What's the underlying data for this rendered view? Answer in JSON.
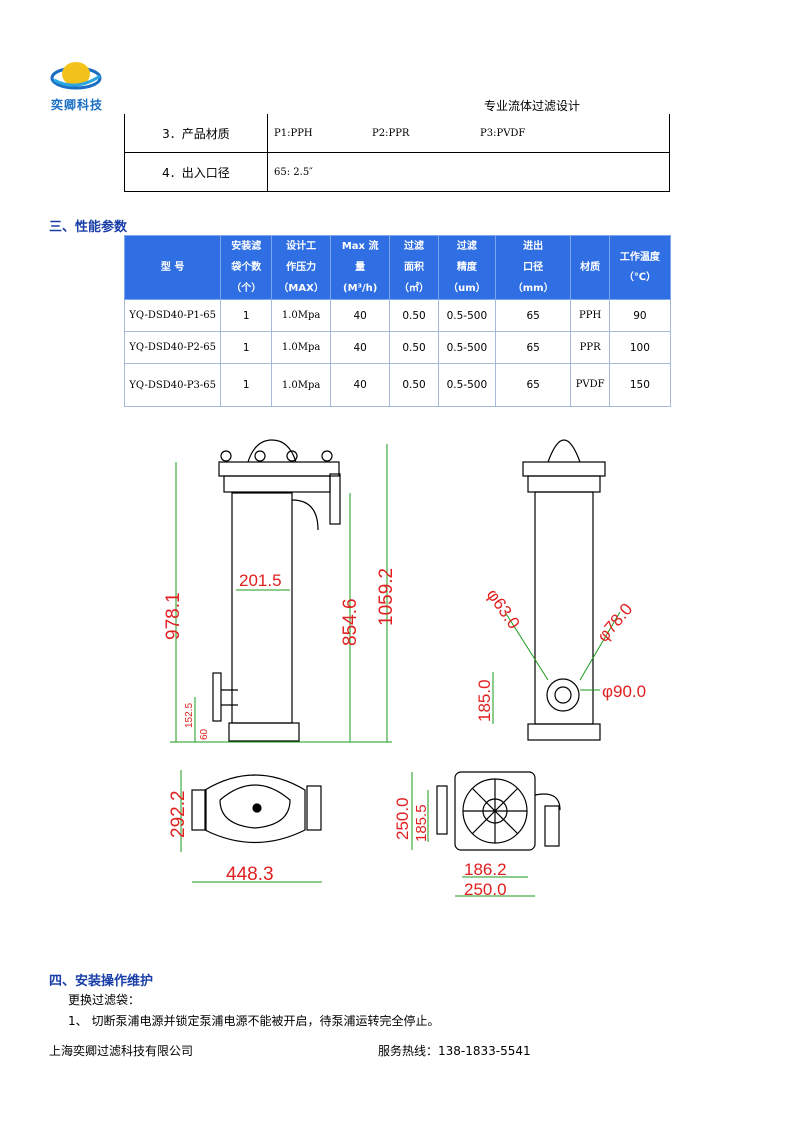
{
  "header": {
    "company_short": "奕卿科技",
    "subtitle": "专业流体过滤设计"
  },
  "spec_table": {
    "rows": [
      {
        "label": "3．产品材质",
        "values": [
          "P1:PPH",
          "P2:PPR",
          "P3:PVDF"
        ]
      },
      {
        "label": "4．出入口径",
        "values": [
          "65: 2.5″"
        ]
      }
    ]
  },
  "section3": {
    "title": "三、性能参数"
  },
  "perf_table": {
    "headers": [
      [
        "型 号"
      ],
      [
        "安装滤",
        "袋个数",
        "（个）"
      ],
      [
        "设计工",
        "作压力",
        "（MAX）"
      ],
      [
        "Max 流",
        "量",
        "(M³/h)"
      ],
      [
        "过滤",
        "面积",
        "（㎡）"
      ],
      [
        "过滤",
        "精度",
        "（um）"
      ],
      [
        "进出",
        "口径",
        "（mm）"
      ],
      [
        "材质"
      ],
      [
        "工作温度",
        "（℃）"
      ]
    ],
    "rows": [
      [
        "YQ-DSD40-P1-65",
        "1",
        "1.0Mpa",
        "40",
        "0.50",
        "0.5-500",
        "65",
        "PPH",
        "90"
      ],
      [
        "YQ-DSD40-P2-65",
        "1",
        "1.0Mpa",
        "40",
        "0.50",
        "0.5-500",
        "65",
        "PPR",
        "100"
      ],
      [
        "YQ-DSD40-P3-65",
        "1",
        "1.0Mpa",
        "40",
        "0.50",
        "0.5-500",
        "65",
        "PVDF",
        "150"
      ]
    ]
  },
  "drawing": {
    "dims": {
      "width_201": "201.5",
      "h_978": "978.1",
      "h_854": "854.6",
      "h_1059": "1059.2",
      "h_152": "152.5",
      "h_60": "60",
      "d63": "φ63.0",
      "d78": "φ78.0",
      "d90": "φ90.0",
      "h185": "185.0",
      "h292": "292.2",
      "w448": "448.3",
      "h250": "250.0",
      "h185b": "185.5",
      "w186": "186.2",
      "w250": "250.0"
    }
  },
  "section4": {
    "title": "四、安装操作维护",
    "line1": "更换过滤袋：",
    "line2": "1、  切断泵浦电源并锁定泵浦电源不能被开启，待泵浦运转完全停止。"
  },
  "footer": {
    "company": "上海奕卿过滤科技有限公司",
    "hotline_label": "服务热线：",
    "hotline": "138-1833-5541"
  },
  "colors": {
    "accent_blue": "#2f6fe3",
    "dim_red": "#e02020",
    "dim_green": "#1a9a1a"
  }
}
